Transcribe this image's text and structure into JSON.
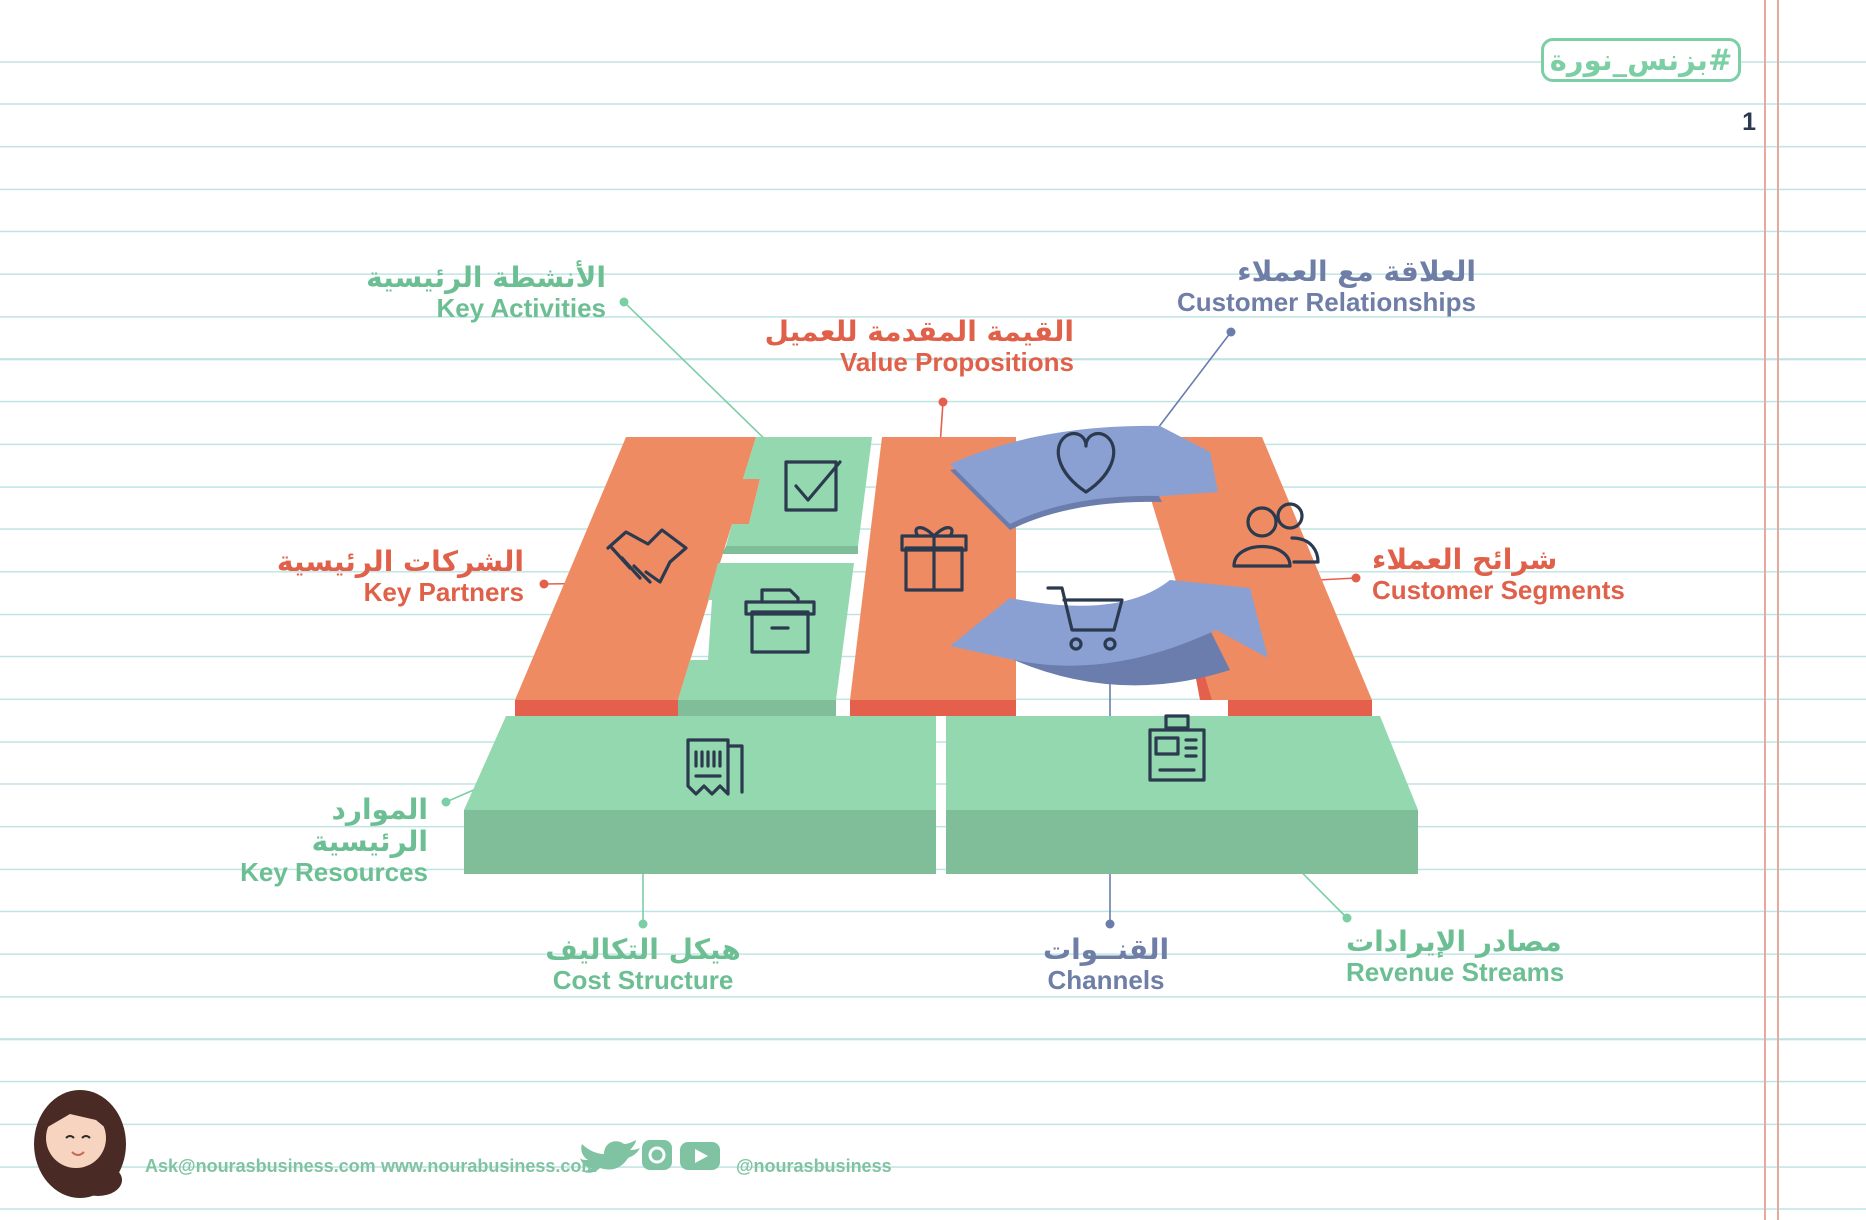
{
  "brand_hashtag": "#بزنس_نورة",
  "page_number": "1",
  "blocks": {
    "key_activities": {
      "ar": "الأنشطة الرئيسية",
      "en": "Key Activities",
      "icon": "checkbox-icon"
    },
    "value_propositions": {
      "ar": "القيمة المقدمة للعميل",
      "en": "Value Propositions",
      "icon": "gift-icon"
    },
    "customer_relationships": {
      "ar": "العلاقة مع العملاء",
      "en": "Customer Relationships",
      "icon": "heart-icon"
    },
    "key_partners": {
      "ar": "الشركات الرئيسية",
      "en": "Key Partners",
      "icon": "handshake-icon"
    },
    "customer_segments": {
      "ar": "شرائح العملاء",
      "en": "Customer Segments",
      "icon": "users-icon"
    },
    "key_resources": {
      "ar": "الموارد الرئيسية",
      "en": "Key Resources",
      "icon": "archive-box-icon"
    },
    "cost_structure": {
      "ar": "هيكل التكاليف",
      "en": "Cost Structure",
      "icon": "receipt-icon"
    },
    "channels": {
      "ar": "القنــوات",
      "en": "Channels",
      "icon": "cart-icon"
    },
    "revenue_streams": {
      "ar": "مصادر الإيرادات",
      "en": "Revenue Streams",
      "icon": "cash-register-icon"
    }
  },
  "colors": {
    "orange": "#ef8b62",
    "orange_dark": "#e5604c",
    "green": "#93d8ae",
    "green_dark": "#80bd99",
    "blue": "#8aa0d3",
    "blue_dark": "#6b7dad",
    "line_green": "#7ccfa4",
    "icon_stroke": "#2b3a4f"
  },
  "footer": {
    "email": "Ask@nourasbusiness.com",
    "website": "www.nourabusiness.com",
    "handle": "@nourasbusiness",
    "social_icons": [
      "twitter-icon",
      "instagram-icon",
      "youtube-icon"
    ]
  }
}
